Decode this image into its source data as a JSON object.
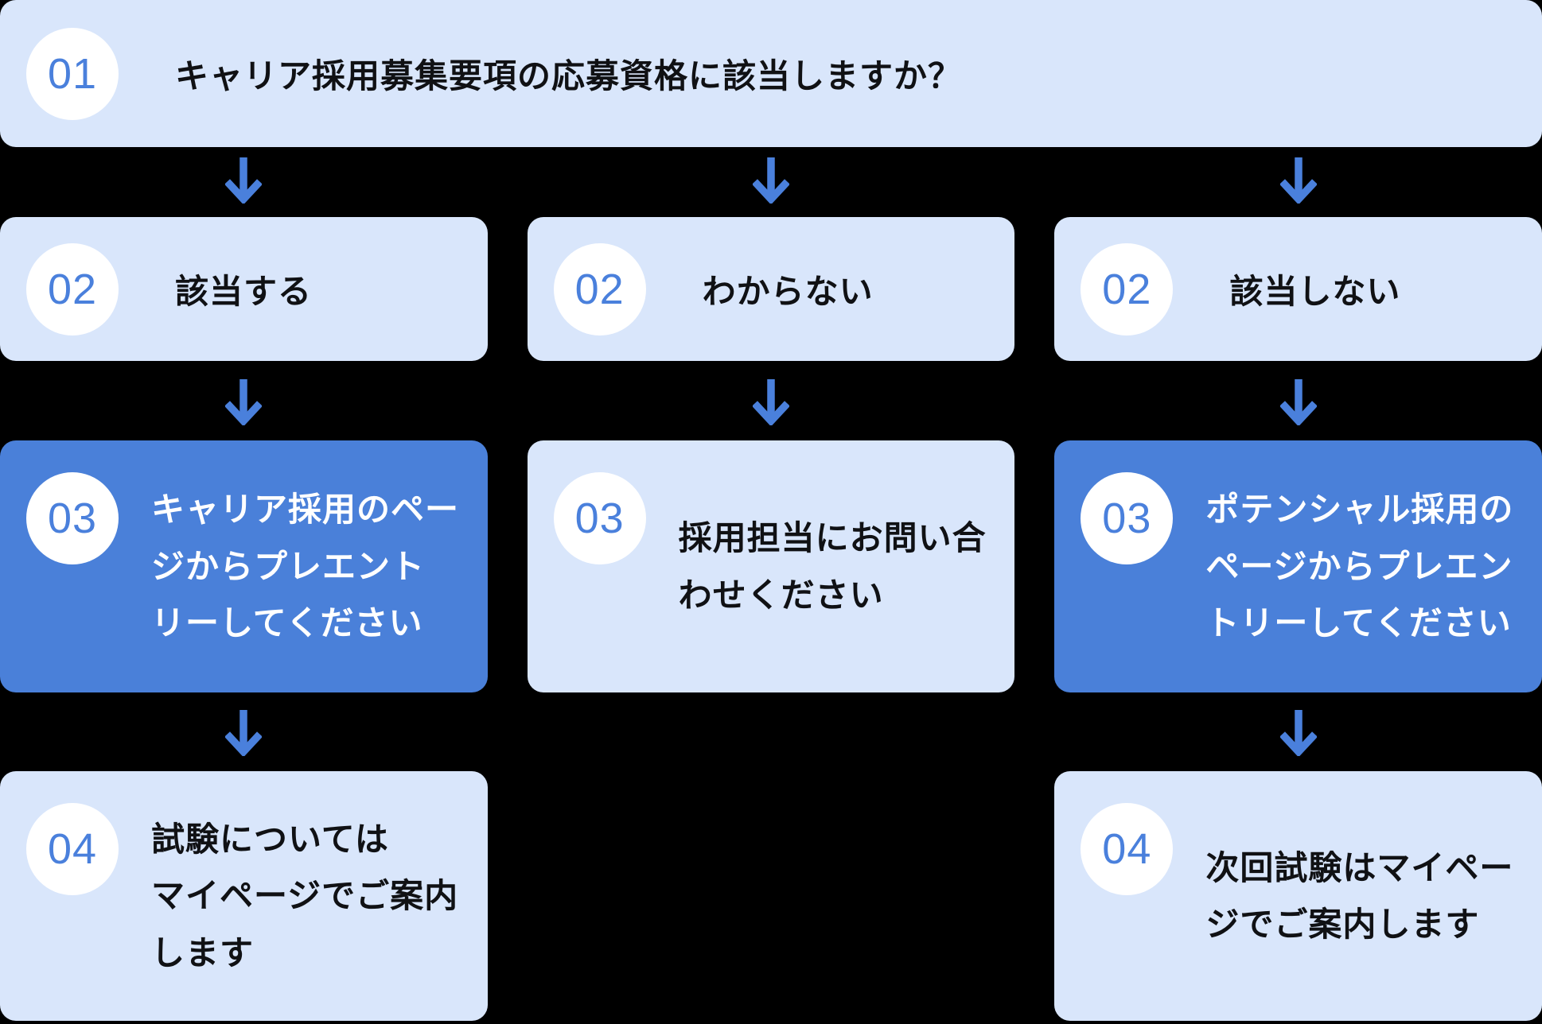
{
  "page": {
    "background": "#000000"
  },
  "palette": {
    "light_blue_card": "#D9E6FB",
    "dark_blue_card": "#4A80D9",
    "arrow_blue": "#4A80DC",
    "number_blue": "#4A80DC",
    "circle_bg": "#FFFFFF",
    "text_dark": "#101114",
    "text_light": "#FFFFFF"
  },
  "flow": {
    "step1": {
      "number": "01",
      "text": "キャリア採用募集要項の応募資格に該当しますか？"
    },
    "step2": {
      "cards": [
        {
          "number": "02",
          "label": "該当する"
        },
        {
          "number": "02",
          "label": "わからない"
        },
        {
          "number": "02",
          "label": "該当しない"
        }
      ]
    },
    "step3": {
      "cards": [
        {
          "number": "03",
          "variant": "dark",
          "lines": [
            "キャリア採用のペー",
            "ジからプレエント",
            "リーしてください"
          ]
        },
        {
          "number": "03",
          "variant": "light",
          "lines": [
            "採用担当にお問い合",
            "わせください"
          ]
        },
        {
          "number": "03",
          "variant": "dark",
          "lines": [
            "ポテンシャル採用の",
            "ページからプレエン",
            "トリーしてください"
          ]
        }
      ]
    },
    "step4": {
      "cards": [
        {
          "number": "04",
          "lines": [
            "試験については",
            "マイページでご案内",
            "します"
          ]
        },
        {
          "number": "04",
          "lines": [
            "次回試験はマイペー",
            "ジでご案内します"
          ]
        }
      ]
    }
  }
}
